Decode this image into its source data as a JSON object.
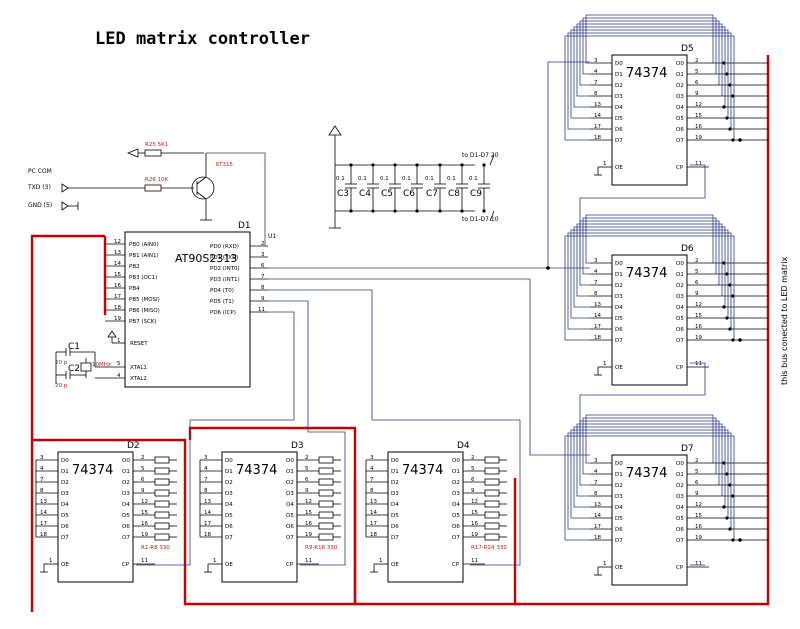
{
  "title": "LED matrix controller",
  "mcu": {
    "ref": "D1",
    "part": "AT90S2313",
    "left_pins": [
      {
        "num": "12",
        "name": "PB0 (AIN0)"
      },
      {
        "num": "13",
        "name": "PB1 (AIN1)"
      },
      {
        "num": "14",
        "name": "PB2"
      },
      {
        "num": "15",
        "name": "PB3 (OC1)"
      },
      {
        "num": "16",
        "name": "PB4"
      },
      {
        "num": "17",
        "name": "PB5 (MOSI)"
      },
      {
        "num": "18",
        "name": "PB6 (MISO)"
      },
      {
        "num": "19",
        "name": "PB7 (SCK)"
      }
    ],
    "right_pins": [
      {
        "num": "2",
        "name": "PD0 (RXD)"
      },
      {
        "num": "3",
        "name": "PD1 (TXD)"
      },
      {
        "num": "6",
        "name": "PD2 (INT0)"
      },
      {
        "num": "7",
        "name": "PD3 (INT1)"
      },
      {
        "num": "8",
        "name": "PD4 (T0)"
      },
      {
        "num": "9",
        "name": "PD5 (T1)"
      },
      {
        "num": "11",
        "name": "PD6 (ICP)"
      }
    ],
    "reset": {
      "num": "1",
      "name": "RESET"
    },
    "xtal1": {
      "num": "5",
      "name": "XTAL1"
    },
    "xtal2": {
      "num": "4",
      "name": "XTAL2"
    },
    "net_label": "U1"
  },
  "pc_com": {
    "label": "PC COM",
    "txd": "TXD (3)",
    "gnd": "GND (5)",
    "r25": "R25  5K1",
    "r26": "R26   10K",
    "transistor": "KT315"
  },
  "crystal": {
    "c1": "C1",
    "c2": "C2",
    "c1_value": "20 p",
    "c2_value": "20 p",
    "freq": "10MHz"
  },
  "caps": {
    "values": [
      "0.1",
      "0.1",
      "0.1",
      "0.1",
      "0.1",
      "0.1",
      "0.1"
    ],
    "refs": [
      "C3",
      "C4",
      "C5",
      "C6",
      "C7",
      "C8",
      "C9"
    ],
    "pin20_label": "to D1-D7 20",
    "pin10_label": "to D1-D7 10"
  },
  "latch": {
    "part": "74374",
    "d_pins": [
      "3",
      "4",
      "7",
      "8",
      "13",
      "14",
      "17",
      "18"
    ],
    "d_names": [
      "D0",
      "D1",
      "D2",
      "D3",
      "D4",
      "D5",
      "D6",
      "D7"
    ],
    "q_pins": [
      "2",
      "5",
      "6",
      "9",
      "12",
      "15",
      "16",
      "19"
    ],
    "q_names": [
      "O0",
      "O1",
      "O2",
      "O3",
      "O4",
      "O5",
      "O6",
      "O7"
    ],
    "oe_pin": "1",
    "oe_name": "OE",
    "cp_pin": "11",
    "cp_name": "CP"
  },
  "bottom_latches": [
    {
      "ref": "D2",
      "resistors": "R1-R8 330"
    },
    {
      "ref": "D3",
      "resistors": "R9-R16 330"
    },
    {
      "ref": "D4",
      "resistors": "R17-R24 330"
    }
  ],
  "right_latches": [
    {
      "ref": "D5"
    },
    {
      "ref": "D6"
    },
    {
      "ref": "D7"
    }
  ],
  "bus_label": "this bus conected to LED matrix"
}
